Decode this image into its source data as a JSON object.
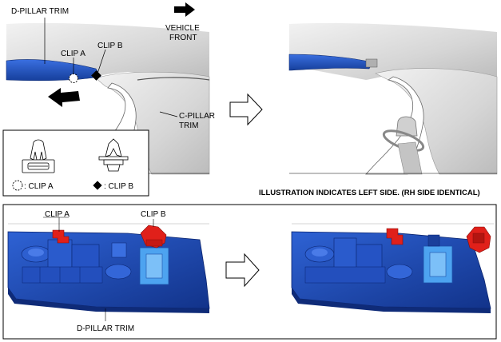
{
  "labels": {
    "d_pillar_trim_top": "D-PILLAR TRIM",
    "clip_a_top": "CLIP A",
    "clip_b_top": "CLIP B",
    "vehicle_front_line1": "VEHICLE",
    "vehicle_front_line2": "FRONT",
    "c_pillar_line1": "C-PILLAR",
    "c_pillar_line2": "TRIM",
    "legend_clip_a": ": CLIP A",
    "legend_clip_b": ": CLIP B",
    "note": "ILLUSTRATION INDICATES LEFT SIDE. (RH SIDE IDENTICAL)",
    "clip_a_bottom": "CLIP A",
    "clip_b_bottom": "CLIP B",
    "d_pillar_trim_bottom": "D-PILLAR TRIM"
  },
  "colors": {
    "trim_blue": "#1f4fb8",
    "clip_red": "#e0201a",
    "interior_grey": "#d8d8d8",
    "line": "#000000"
  }
}
